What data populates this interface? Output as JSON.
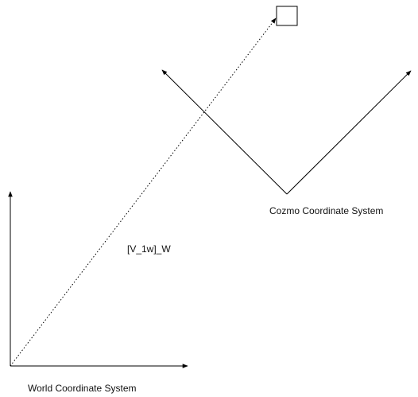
{
  "diagram": {
    "labels": {
      "world_frame": "World Coordinate System",
      "cozmo_frame": "Cozmo Coordinate System",
      "vector": "[V_1w]_W"
    },
    "colors": {
      "stroke": "#000000",
      "text": "#111111",
      "background": "#ffffff"
    }
  }
}
